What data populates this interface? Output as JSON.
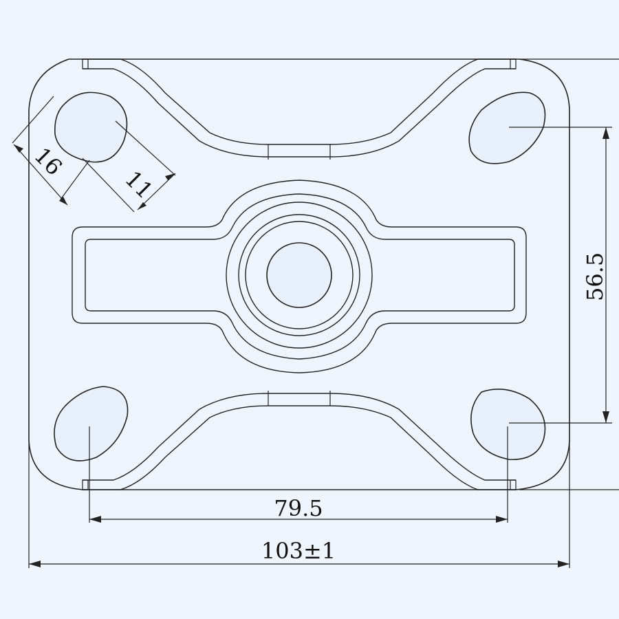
{
  "colors": {
    "background": "#eef5fd",
    "line": "#222222"
  },
  "dimensions": {
    "overall_width": "103±1",
    "hole_spacing_x": "79.5",
    "hole_spacing_y": "56.5",
    "slot_length": "16",
    "slot_width": "11"
  }
}
